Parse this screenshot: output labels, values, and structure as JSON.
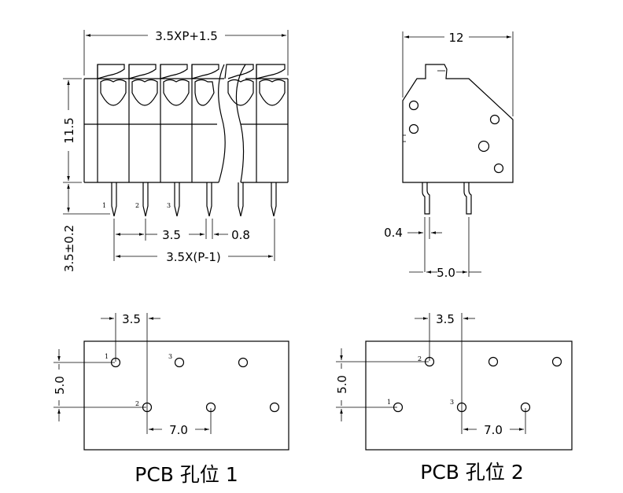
{
  "front_view": {
    "width_dim": "3.5XP+1.5",
    "height_dim": "11.5",
    "pin_length_dim": "3.5±0.2",
    "pitch_dim": "3.5",
    "pin_width_dim": "0.8",
    "span_dim": "3.5X(P-1)",
    "pin_labels": [
      "1",
      "2",
      "3"
    ]
  },
  "side_view": {
    "depth_dim": "12",
    "pin_thickness_dim": "0.4",
    "pin_spacing_dim": "5.0"
  },
  "pcb1": {
    "caption": "PCB 孔位 1",
    "pitch_dim": "3.5",
    "row_dim": "5.0",
    "spacing_dim": "7.0",
    "hole_labels": [
      "1",
      "2",
      "3"
    ]
  },
  "pcb2": {
    "caption": "PCB 孔位 2",
    "pitch_dim": "3.5",
    "row_dim": "5.0",
    "spacing_dim": "7.0",
    "hole_labels": [
      "1",
      "2",
      "3"
    ]
  }
}
